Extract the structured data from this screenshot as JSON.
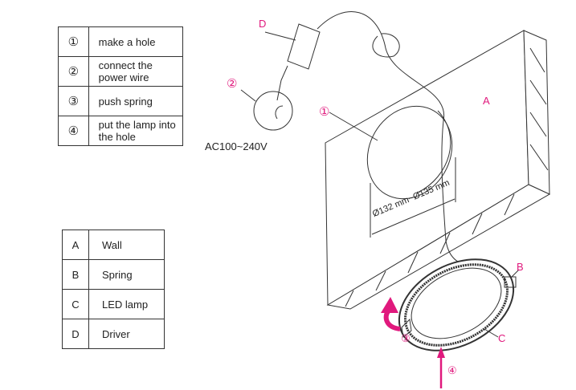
{
  "steps": [
    {
      "num": "①",
      "text": "make a hole"
    },
    {
      "num": "②",
      "text": "connect the power wire"
    },
    {
      "num": "③",
      "text": "push spring"
    },
    {
      "num": "④",
      "text": "put the lamp into the hole"
    }
  ],
  "parts": [
    {
      "letter": "A",
      "name": "Wall"
    },
    {
      "letter": "B",
      "name": "Spring"
    },
    {
      "letter": "C",
      "name": "LED lamp"
    },
    {
      "letter": "D",
      "name": "Driver"
    }
  ],
  "diagram": {
    "voltage": "AC100~240V",
    "dimension": "Ø132 mm~Ø135 mm",
    "label_a": "A",
    "label_b": "B",
    "label_c": "C",
    "label_d": "D",
    "step1": "①",
    "step2": "②",
    "step3": "③",
    "step4": "④"
  },
  "colors": {
    "accent": "#e0197d",
    "line": "#333333"
  }
}
